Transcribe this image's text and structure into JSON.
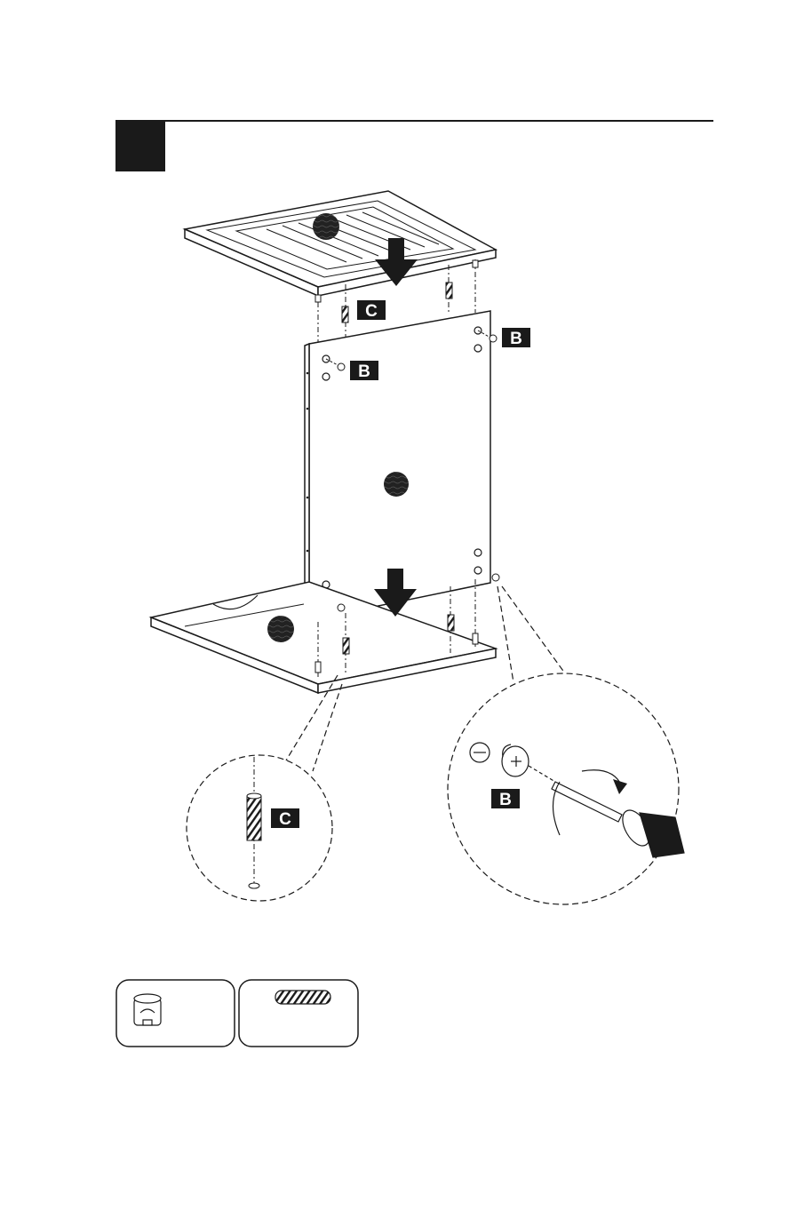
{
  "step": {
    "number": ""
  },
  "labels": {
    "top_dowel": "C",
    "back_cam_right": "B",
    "back_cam_left": "B",
    "detail_dowel": "C",
    "detail_cam": "B"
  },
  "parts": [
    {
      "id": "cam-lock",
      "icon": "cam-lock-icon"
    },
    {
      "id": "wood-dowel",
      "icon": "dowel-icon"
    }
  ],
  "colors": {
    "ink": "#1a1a1a",
    "paper": "#ffffff",
    "label_bg": "#1a1a1a"
  }
}
